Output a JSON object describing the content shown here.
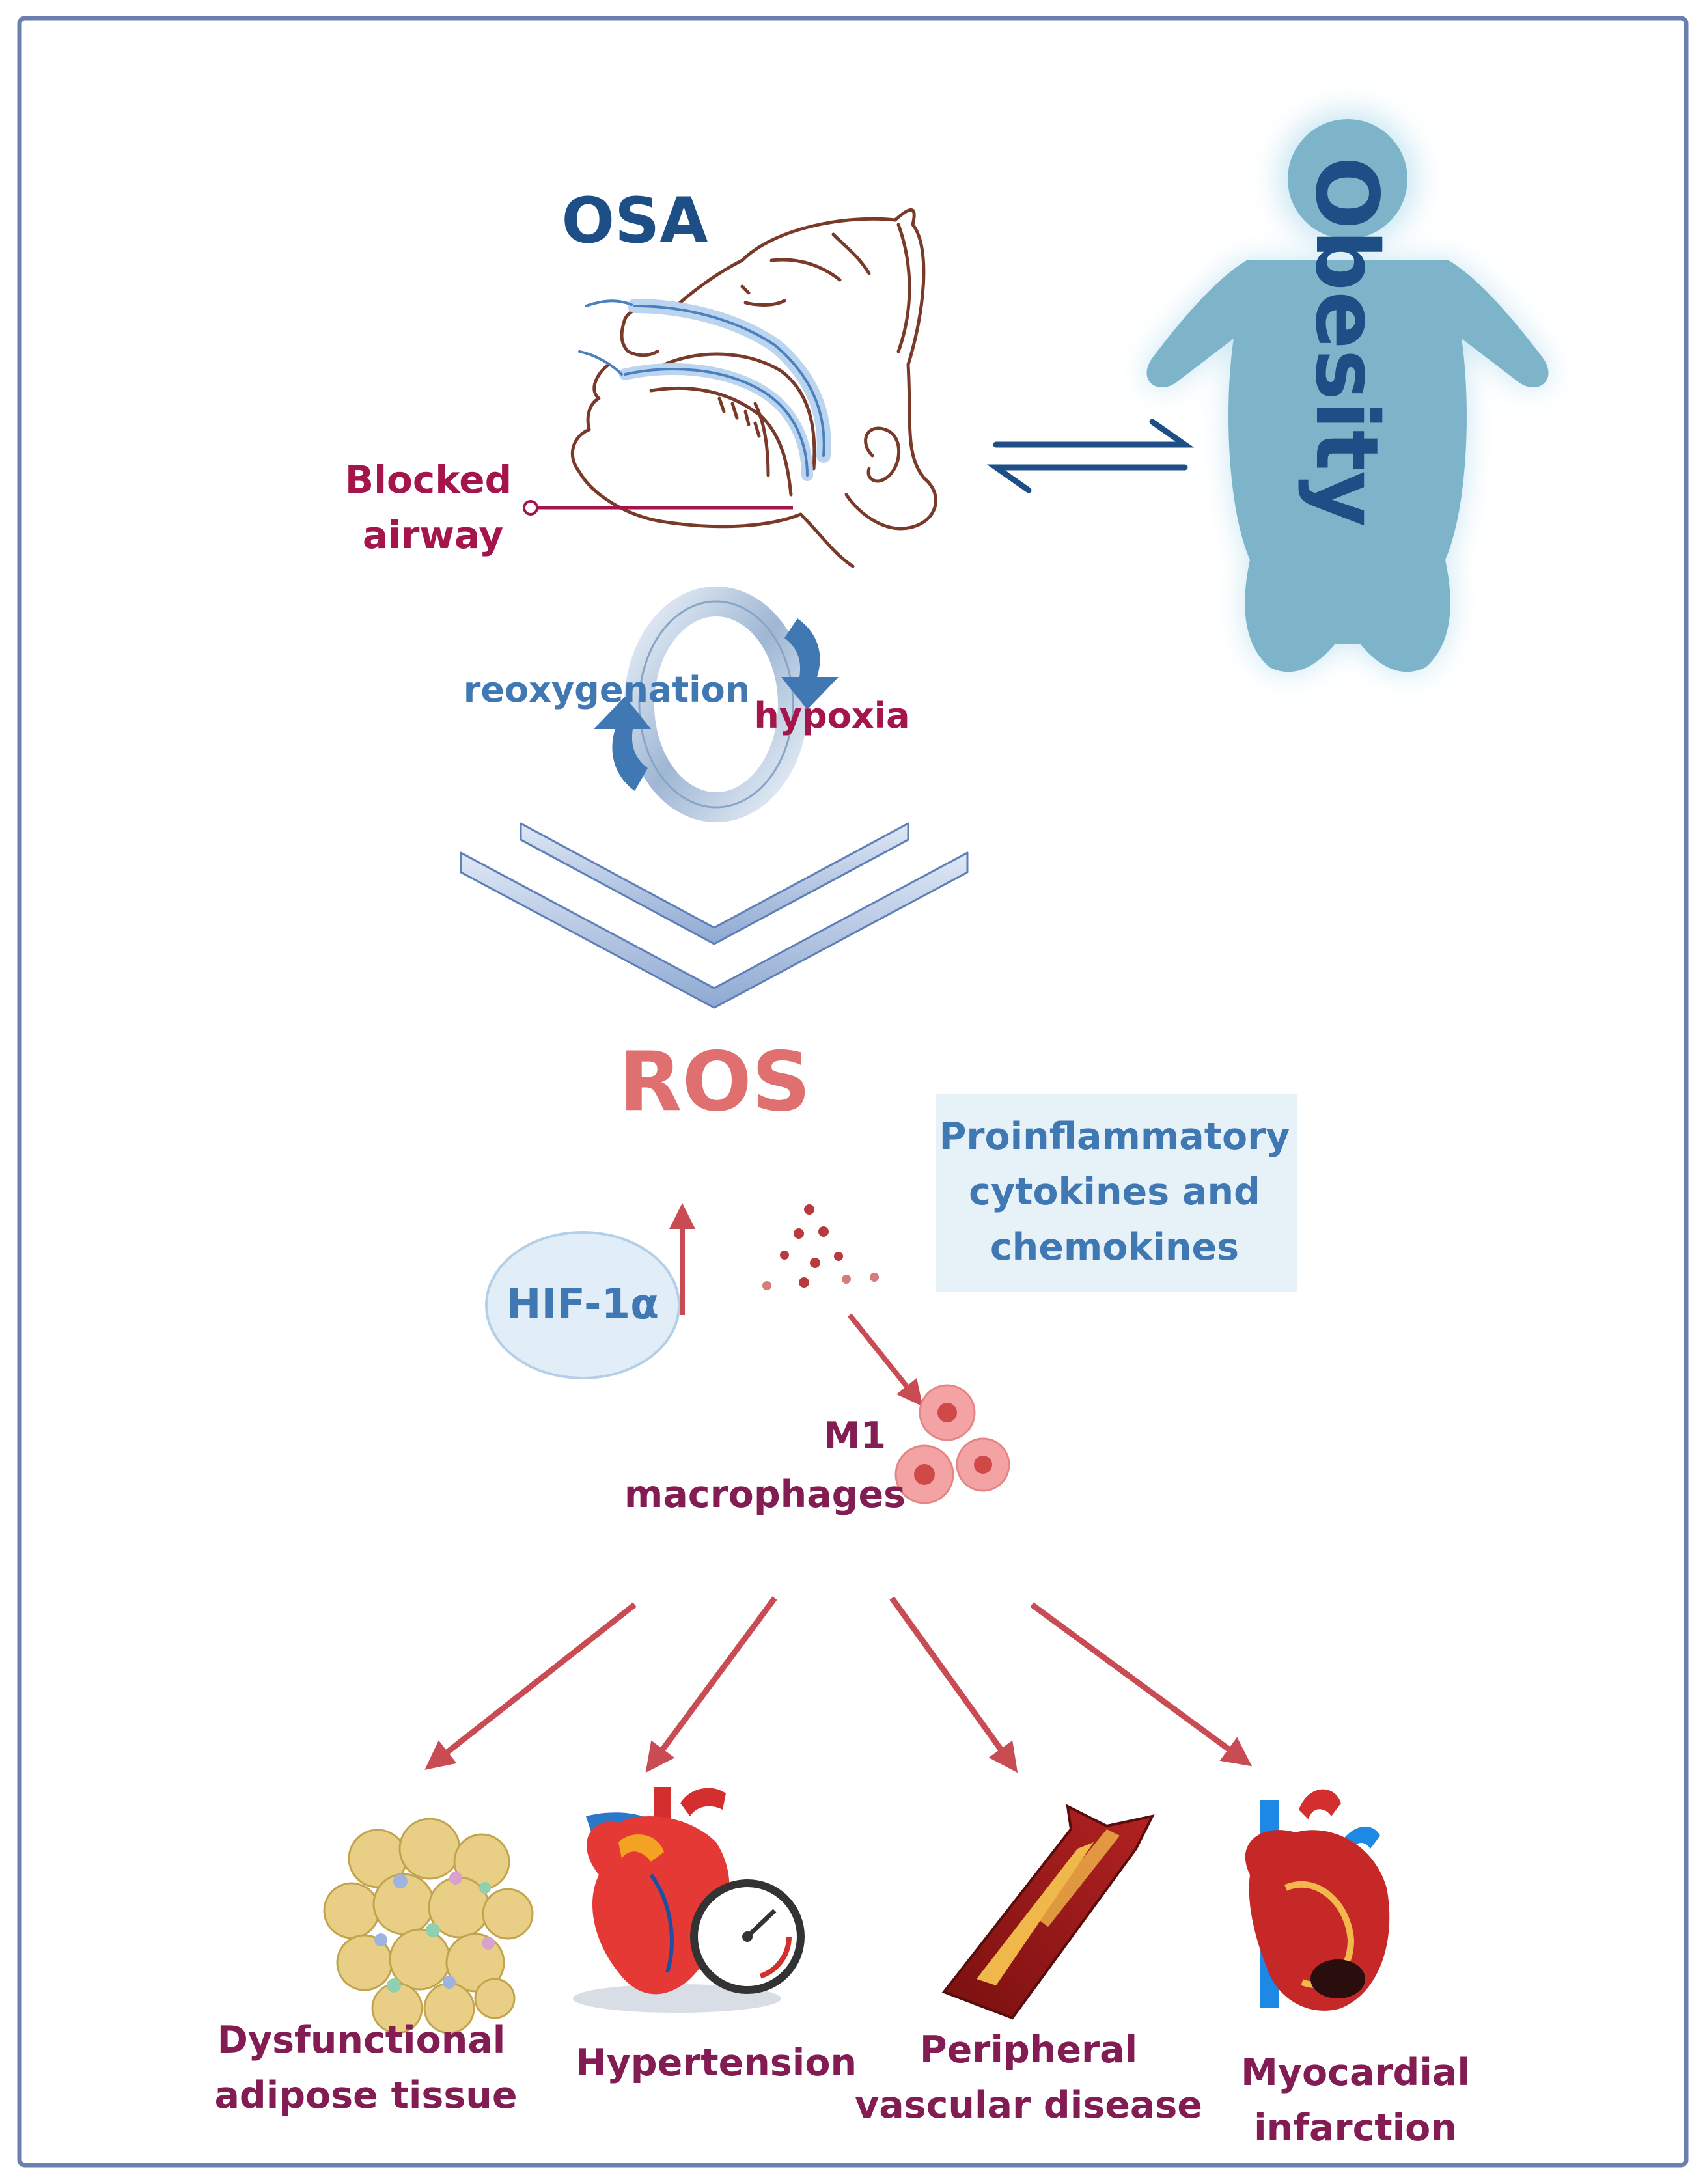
{
  "colors": {
    "frame": "#6b7fae",
    "navy": "#1d4f86",
    "steel": "#3f78b3",
    "crimson": "#a3154b",
    "maroon": "#821c52",
    "salmon": "#e07070",
    "arrow": "#c94c55",
    "obesity_body": "#7db4c9",
    "obesity_glow": "#c7e6f3",
    "cytokine_box": "#e6f1f8",
    "hif_fill": "#e1eef8"
  },
  "labels": {
    "osa": "OSA",
    "blocked_airway": [
      "Blocked",
      "airway"
    ],
    "obesity": "Obesity",
    "reoxygenation": "reoxygenation",
    "hypoxia": "hypoxia",
    "ros": "ROS",
    "hif": "HIF-1α",
    "cytokines": [
      "Proinflammatory",
      "cytokines and",
      "chemokines"
    ],
    "m1": [
      "M1",
      "macrophages"
    ]
  },
  "outcomes": [
    {
      "id": "adipose",
      "lines": [
        "Dysfunctional",
        "adipose tissue"
      ],
      "icon": "adipose-tissue-icon"
    },
    {
      "id": "hypertension",
      "lines": [
        "Hypertension"
      ],
      "icon": "heart-gauge-icon"
    },
    {
      "id": "pvd",
      "lines": [
        "Peripheral",
        "vascular disease"
      ],
      "icon": "blocked-artery-icon"
    },
    {
      "id": "mi",
      "lines": [
        "Myocardial",
        "infarction"
      ],
      "icon": "infarcted-heart-icon"
    }
  ]
}
